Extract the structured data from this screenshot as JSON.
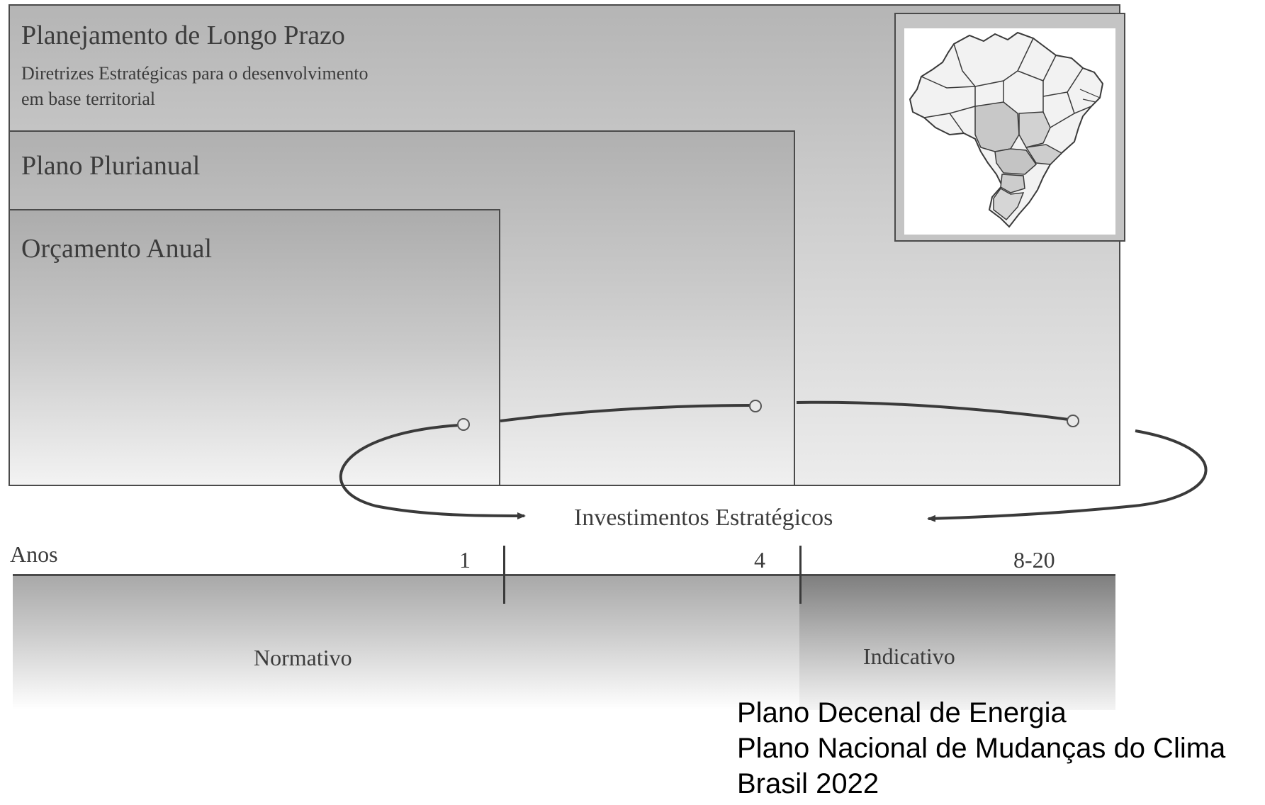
{
  "boxes": {
    "long_term": {
      "title": "Planejamento de Longo Prazo",
      "subtitle_line1": "Diretrizes Estratégicas para o desenvolvimento",
      "subtitle_line2": "em base territorial"
    },
    "multi_year": {
      "title": "Plano Plurianual"
    },
    "annual": {
      "title": "Orçamento Anual"
    }
  },
  "center_label": "Investimentos Estratégicos",
  "timeline": {
    "axis_label": "Anos",
    "ticks": [
      "1",
      "4",
      "8-20"
    ],
    "normative_label": "Normativo",
    "indicative_label": "Indicativo"
  },
  "footnote_lines": [
    "Plano Decenal de Energia",
    "Plano Nacional de Mudanças do Clima",
    "Brasil 2022"
  ],
  "map": {
    "icon": "brazil-map-icon"
  },
  "colors": {
    "line": "#3a3a3a",
    "text": "#3c3c3c"
  }
}
